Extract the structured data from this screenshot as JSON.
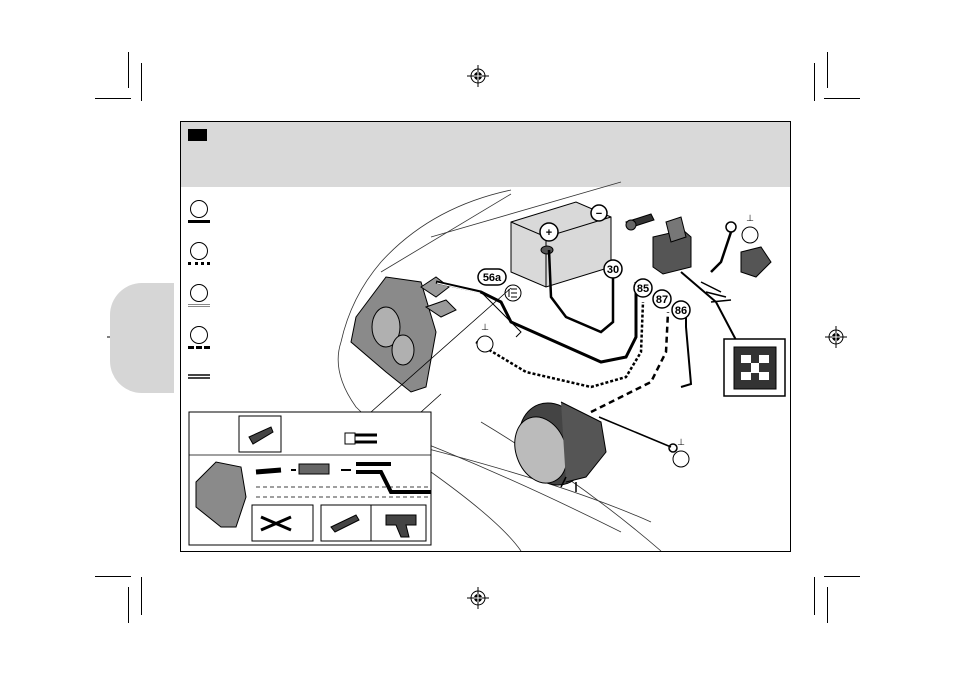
{
  "header": {
    "language_code": "",
    "title": ""
  },
  "legend": [
    {
      "symbol": "",
      "line_style": "solid-thick"
    },
    {
      "symbol": "",
      "line_style": "dotted-double"
    },
    {
      "symbol": "",
      "line_style": "double-light"
    },
    {
      "symbol": "",
      "line_style": "dashed-thick"
    },
    {
      "symbol": "",
      "line_style": "double-dark"
    }
  ],
  "terminals": {
    "t56a": "56a",
    "t30": "30",
    "t85": "85",
    "t87": "87",
    "t86": "86"
  },
  "battery": {
    "plus": "+",
    "minus": "−"
  },
  "ground_symbol": "⊥",
  "colors": {
    "header_band": "#d9d9d9",
    "side_tab": "#d6d6d6",
    "line": "#000000"
  }
}
